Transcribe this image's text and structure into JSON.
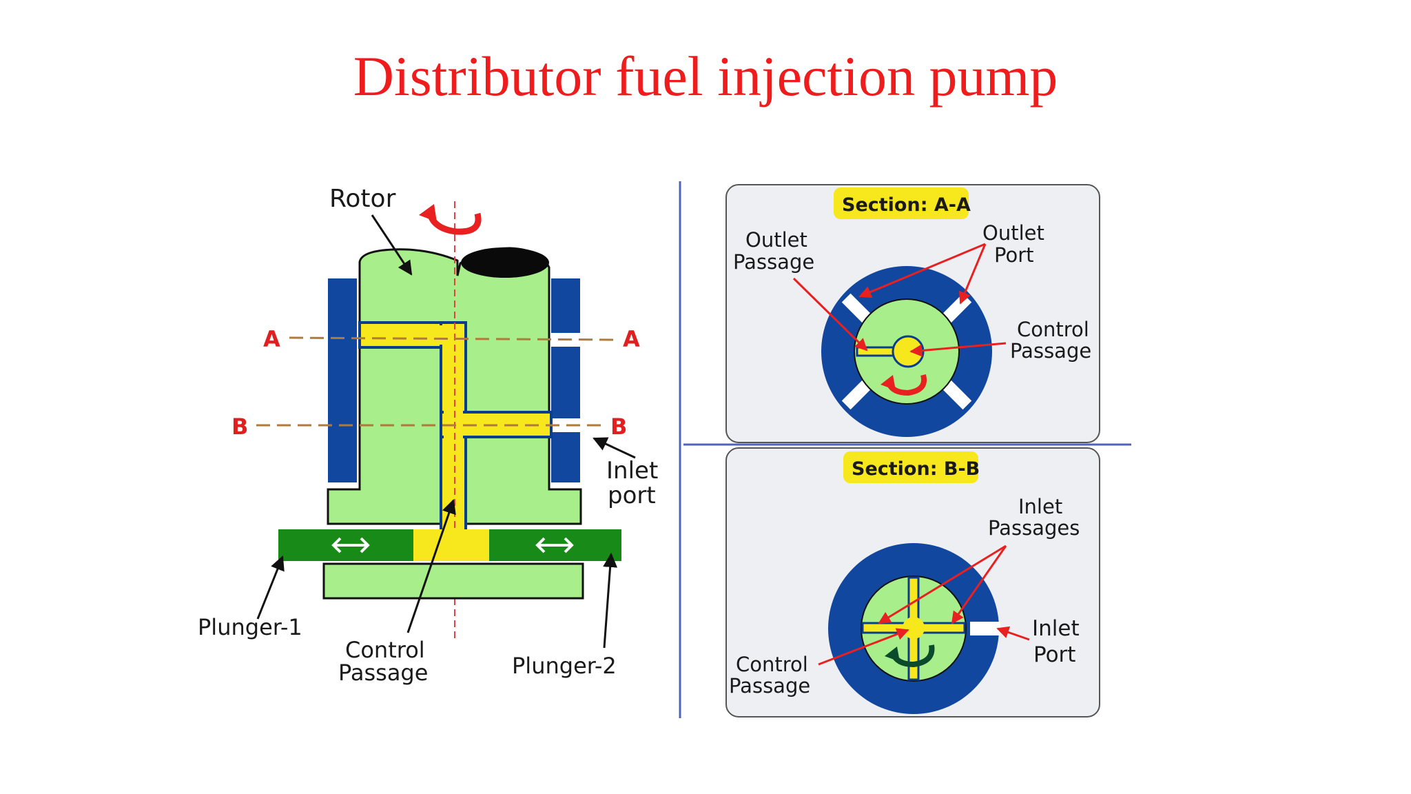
{
  "title": "Distributor fuel injection pump",
  "left_diagram": {
    "rotor": "Rotor",
    "section_a": "A",
    "section_b": "B",
    "inlet_port": [
      "Inlet",
      "port"
    ],
    "plunger_1": "Plunger-1",
    "plunger_2": "Plunger-2",
    "control_passage": [
      "Control",
      "Passage"
    ]
  },
  "section_aa": {
    "heading": "Section: A-A",
    "outlet_passage": [
      "Outlet",
      "Passage"
    ],
    "outlet_port": [
      "Outlet",
      "Port"
    ],
    "control_passage": [
      "Control",
      "Passage"
    ]
  },
  "section_bb": {
    "heading": "Section: B-B",
    "inlet_passages": [
      "Inlet",
      "Passages"
    ],
    "inlet_port": [
      "Inlet",
      "Port"
    ],
    "control_passage": [
      "Control",
      "Passage"
    ]
  },
  "colors": {
    "title": "#ee1c1c",
    "rotor_green": "#a8ef8c",
    "housing_blue": "#1247a0",
    "passage_yellow": "#f7e81e",
    "plunger_green": "#178a17",
    "arrow_red": "#e82020",
    "panel_bg": "#eeeff2"
  }
}
